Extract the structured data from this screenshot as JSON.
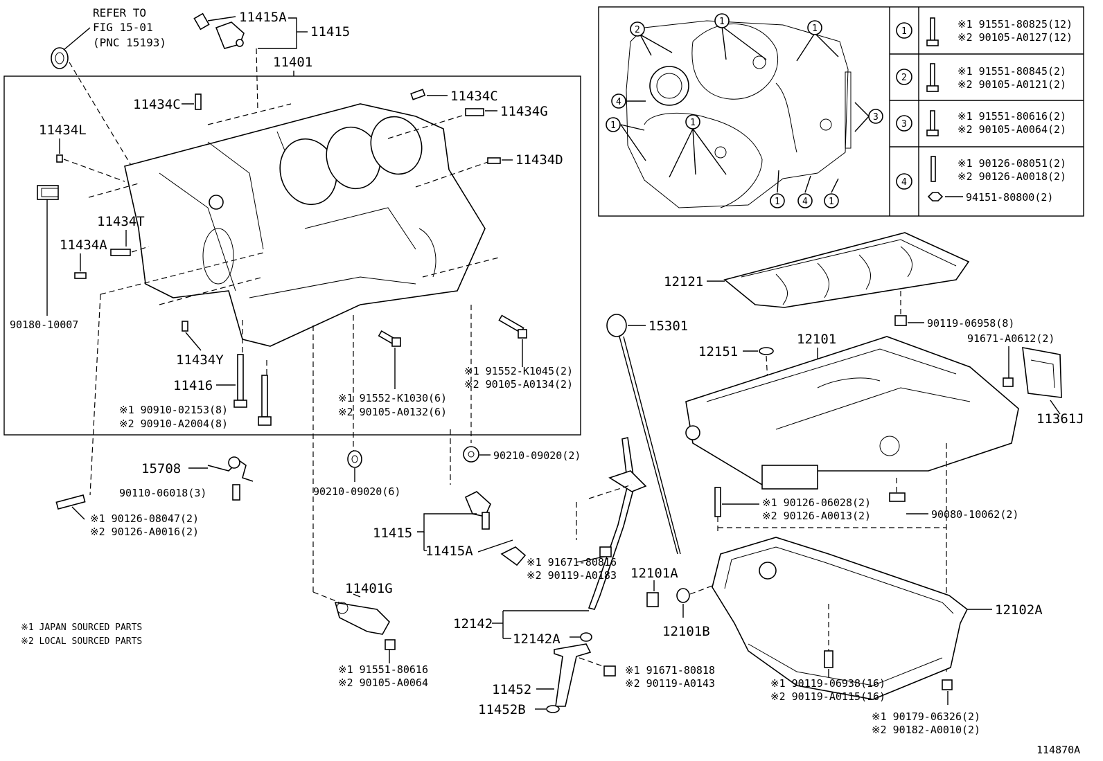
{
  "refer": {
    "line1": "REFER TO",
    "line2": "FIG 15-01",
    "line3": "(PNC 15193)"
  },
  "labels": {
    "l11415A_top": "11415A",
    "l11415_top": "11415",
    "l11401": "11401",
    "l11434C_a": "11434C",
    "l11434C_b": "11434C",
    "l11434G": "11434G",
    "l11434L": "11434L",
    "l11434D": "11434D",
    "l11434T": "11434T",
    "l11434A": "11434A",
    "l90180": "90180-10007",
    "l11434Y": "11434Y",
    "l11416": "11416",
    "l11416_n1": "※1 90910-02153(8)",
    "l11416_n2": "※2 90910-A2004(8)",
    "lbolt1_n1": "※1 91552-K1030(6)",
    "lbolt1_n2": "※2 90105-A0132(6)",
    "lbolt2_n1": "※1 91552-K1045(2)",
    "lbolt2_n2": "※2 90105-A0134(2)",
    "l15708": "15708",
    "l90110": "90110-06018(3)",
    "lstud_n1": "※1 90126-08047(2)",
    "lstud_n2": "※2 90126-A0016(2)",
    "l90210_a": "90210-09020(6)",
    "l90210_b": "90210-09020(2)",
    "l11415_bot": "11415",
    "l11415A_bot": "11415A",
    "l11401G": "11401G",
    "lsensor_n1": "※1 91551-80616",
    "lsensor_n2": "※2 90105-A0064",
    "legend1": "※1 JAPAN SOURCED PARTS",
    "legend2": "※2 LOCAL SOURCED PARTS",
    "l15301": "15301",
    "l12151": "12151",
    "l12101": "12101",
    "l12121": "12121",
    "l90119_06958": "90119-06958(8)",
    "l91671_A0612": "91671-A0612(2)",
    "l11361J": "11361J",
    "lguide_n1": "※1 91671-80816",
    "lguide_n2": "※2 90119-A0183",
    "lstud2_n1": "※1 90126-06028(2)",
    "lstud2_n2": "※2 90126-A0013(2)",
    "l90080": "90080-10062(2)",
    "l12101A": "12101A",
    "l12101B": "12101B",
    "l12142": "12142",
    "l12142A": "12142A",
    "l11452": "11452",
    "l11452B": "11452B",
    "ltube_n1": "※1 91671-80818",
    "ltube_n2": "※2 90119-A0143",
    "l12102A": "12102A",
    "lpan_n1": "※1 90119-06938(16)",
    "lpan_n2": "※2 90119-A0115(16)",
    "ldrain_n1": "※1 90179-06326(2)",
    "ldrain_n2": "※2 90182-A0010(2)",
    "figno": "114870A"
  },
  "table": {
    "rows": [
      {
        "num": "1",
        "n1": "※1 91551-80825(12)",
        "n2": "※2 90105-A0127(12)"
      },
      {
        "num": "2",
        "n1": "※1 91551-80845(2)",
        "n2": "※2 90105-A0121(2)"
      },
      {
        "num": "3",
        "n1": "※1 91551-80616(2)",
        "n2": "※2 90105-A0064(2)"
      },
      {
        "num": "4",
        "n1": "※1 90126-08051(2)",
        "n2": "※2 90126-A0018(2)",
        "n3": "94151-80800(2)"
      }
    ]
  },
  "callouts": {
    "c1": "1",
    "c2": "2",
    "c3": "3",
    "c4": "4"
  }
}
